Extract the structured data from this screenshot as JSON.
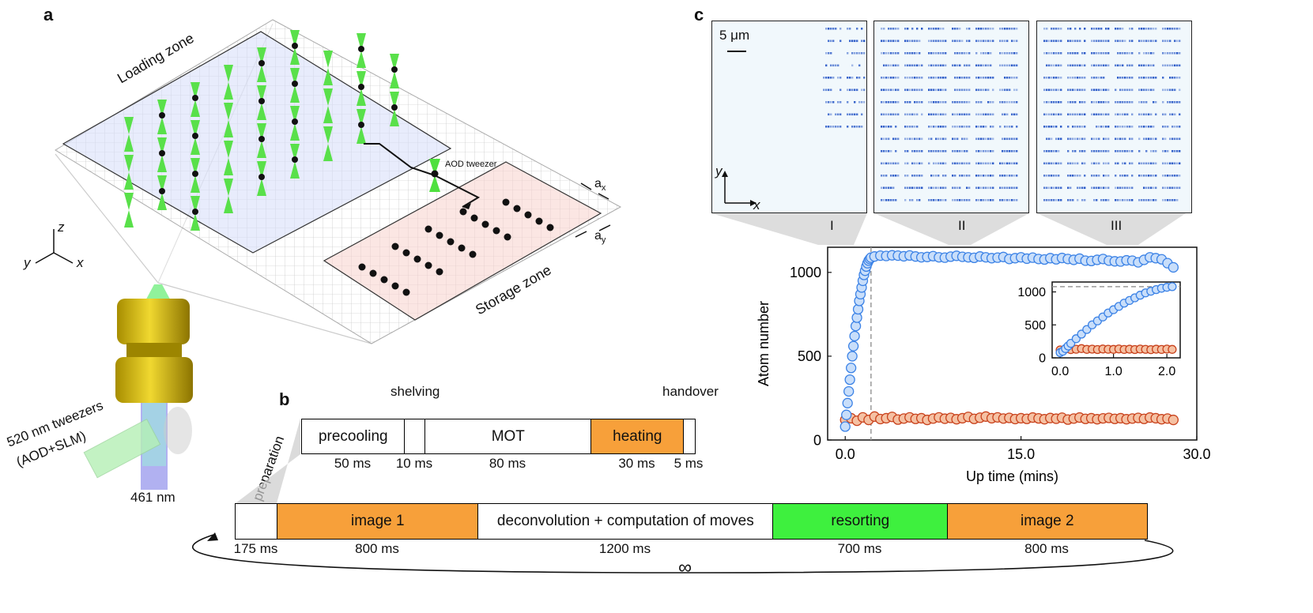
{
  "panel_a": {
    "letter": "a",
    "loading_zone": "Loading zone",
    "storage_zone": "Storage zone",
    "aod_tweezer": "AOD tweezer",
    "ax": "a",
    "ax_sub": "x",
    "ay": "a",
    "ay_sub": "y",
    "axis_z": "z",
    "axis_y": "y",
    "axis_x": "x",
    "tweezers_line1": "520 nm tweezers",
    "tweezers_line2": "(AOD+SLM)",
    "blue_beam": "461 nm"
  },
  "panel_b": {
    "letter": "b",
    "preparation": "preparation",
    "shelving": "shelving",
    "handover": "handover",
    "prep_segments": [
      {
        "label": "precooling",
        "time": "50 ms",
        "color": "#ffffff"
      },
      {
        "label": "",
        "time": "10 ms",
        "color": "#ffffff"
      },
      {
        "label": "MOT",
        "time": "80 ms",
        "color": "#ffffff"
      },
      {
        "label": "heating",
        "time": "30 ms",
        "color": "#f7a03a"
      },
      {
        "label": "",
        "time": "5 ms",
        "color": "#ffffff"
      }
    ],
    "main_segments": [
      {
        "label": "",
        "time": "175 ms",
        "color": "#ffffff"
      },
      {
        "label": "image 1",
        "time": "800 ms",
        "color": "#f7a03a"
      },
      {
        "label": "deconvolution + computation of moves",
        "time": "1200 ms",
        "color": "#ffffff"
      },
      {
        "label": "resorting",
        "time": "700 ms",
        "color": "#3ef03e"
      },
      {
        "label": "image 2",
        "time": "800 ms",
        "color": "#f7a03a"
      }
    ],
    "infinity": "∞"
  },
  "panel_c": {
    "letter": "c",
    "scale_bar": "5 μm",
    "img_axis_y": "y",
    "img_axis_x": "x",
    "image_labels": [
      "I",
      "II",
      "III"
    ],
    "colors": {
      "blue": "#3b82e6",
      "blue_fill": "#c8defa",
      "orange": "#c9421c",
      "orange_fill": "#f5c1a3"
    }
  },
  "chart_data": [
    {
      "type": "scatter",
      "title": "",
      "xlabel": "Up time (mins)",
      "ylabel": "Atom number",
      "xlim": [
        -1.5,
        30
      ],
      "ylim": [
        0,
        1150
      ],
      "xticks": [
        "0.0",
        "15.0",
        "30.0"
      ],
      "yticks": [
        "0",
        "500",
        "1000"
      ],
      "vline_x": 2.2,
      "series": [
        {
          "name": "",
          "color": "blue",
          "x": [
            0.0,
            0.1,
            0.2,
            0.3,
            0.4,
            0.5,
            0.6,
            0.7,
            0.8,
            0.9,
            1.0,
            1.1,
            1.2,
            1.3,
            1.4,
            1.5,
            1.6,
            1.7,
            1.8,
            1.9,
            2.0,
            2.1,
            2.2,
            2.5,
            3,
            3.5,
            4,
            4.5,
            5,
            5.5,
            6,
            6.5,
            7,
            7.5,
            8,
            8.5,
            9,
            9.5,
            10,
            10.5,
            11,
            11.5,
            12,
            12.5,
            13,
            13.5,
            14,
            14.5,
            15,
            15.5,
            16,
            16.5,
            17,
            17.5,
            18,
            18.5,
            19,
            19.5,
            20,
            20.5,
            21,
            21.5,
            22,
            22.5,
            23,
            23.5,
            24,
            24.5,
            25,
            25.5,
            26,
            26.5,
            27,
            27.5,
            28
          ],
          "y": [
            80,
            150,
            220,
            290,
            360,
            430,
            500,
            560,
            620,
            680,
            730,
            780,
            830,
            870,
            910,
            950,
            985,
            1010,
            1035,
            1055,
            1070,
            1080,
            1088,
            1095,
            1100,
            1098,
            1102,
            1100,
            1096,
            1101,
            1095,
            1090,
            1092,
            1097,
            1090,
            1088,
            1094,
            1099,
            1093,
            1090,
            1087,
            1095,
            1090,
            1085,
            1088,
            1092,
            1080,
            1085,
            1090,
            1082,
            1088,
            1080,
            1077,
            1085,
            1078,
            1086,
            1080,
            1075,
            1082,
            1070,
            1068,
            1075,
            1080,
            1070,
            1066,
            1065,
            1072,
            1070,
            1060,
            1075,
            1090,
            1085,
            1078,
            1055,
            1030
          ]
        },
        {
          "name": "",
          "color": "orange",
          "x": [
            0,
            0.5,
            1,
            1.5,
            2,
            2.5,
            3,
            3.5,
            4,
            4.5,
            5,
            5.5,
            6,
            6.5,
            7,
            7.5,
            8,
            8.5,
            9,
            9.5,
            10,
            10.5,
            11,
            11.5,
            12,
            12.5,
            13,
            13.5,
            14,
            14.5,
            15,
            15.5,
            16,
            16.5,
            17,
            17.5,
            18,
            18.5,
            19,
            19.5,
            20,
            20.5,
            21,
            21.5,
            22,
            22.5,
            23,
            23.5,
            24,
            24.5,
            25,
            25.5,
            26,
            26.5,
            27,
            27.5,
            28
          ],
          "y": [
            120,
            130,
            115,
            135,
            120,
            140,
            125,
            130,
            138,
            122,
            128,
            135,
            126,
            130,
            120,
            128,
            135,
            127,
            132,
            124,
            130,
            138,
            126,
            133,
            140,
            130,
            135,
            128,
            132,
            125,
            130,
            126,
            134,
            129,
            124,
            131,
            127,
            133,
            122,
            128,
            134,
            126,
            130,
            124,
            129,
            132,
            126,
            130,
            124,
            128,
            132,
            126,
            134,
            130,
            124,
            128,
            120
          ]
        }
      ]
    },
    {
      "type": "scatter",
      "title": "",
      "xlabel": "",
      "ylabel": "",
      "xlim": [
        -0.15,
        2.25
      ],
      "ylim": [
        0,
        1150
      ],
      "xticks": [
        "0.0",
        "1.0",
        "2.0"
      ],
      "yticks": [
        "0",
        "500",
        "1000"
      ],
      "hline_y": 1080,
      "series": [
        {
          "name": "",
          "color": "blue",
          "x": [
            0.0,
            0.05,
            0.1,
            0.15,
            0.2,
            0.3,
            0.4,
            0.5,
            0.6,
            0.7,
            0.8,
            0.9,
            1.0,
            1.1,
            1.2,
            1.3,
            1.4,
            1.5,
            1.6,
            1.7,
            1.8,
            1.9,
            2.0,
            2.1
          ],
          "y": [
            80,
            100,
            140,
            180,
            220,
            290,
            360,
            430,
            500,
            560,
            620,
            680,
            730,
            780,
            830,
            870,
            910,
            950,
            985,
            1010,
            1035,
            1055,
            1070,
            1080
          ]
        },
        {
          "name": "",
          "color": "orange",
          "x": [
            0.0,
            0.1,
            0.2,
            0.3,
            0.4,
            0.5,
            0.6,
            0.7,
            0.8,
            0.9,
            1.0,
            1.1,
            1.2,
            1.3,
            1.4,
            1.5,
            1.6,
            1.7,
            1.8,
            1.9,
            2.0,
            2.1
          ],
          "y": [
            120,
            135,
            125,
            130,
            140,
            128,
            132,
            126,
            134,
            130,
            128,
            135,
            127,
            131,
            126,
            133,
            129,
            124,
            131,
            127,
            133,
            128
          ]
        }
      ]
    }
  ]
}
